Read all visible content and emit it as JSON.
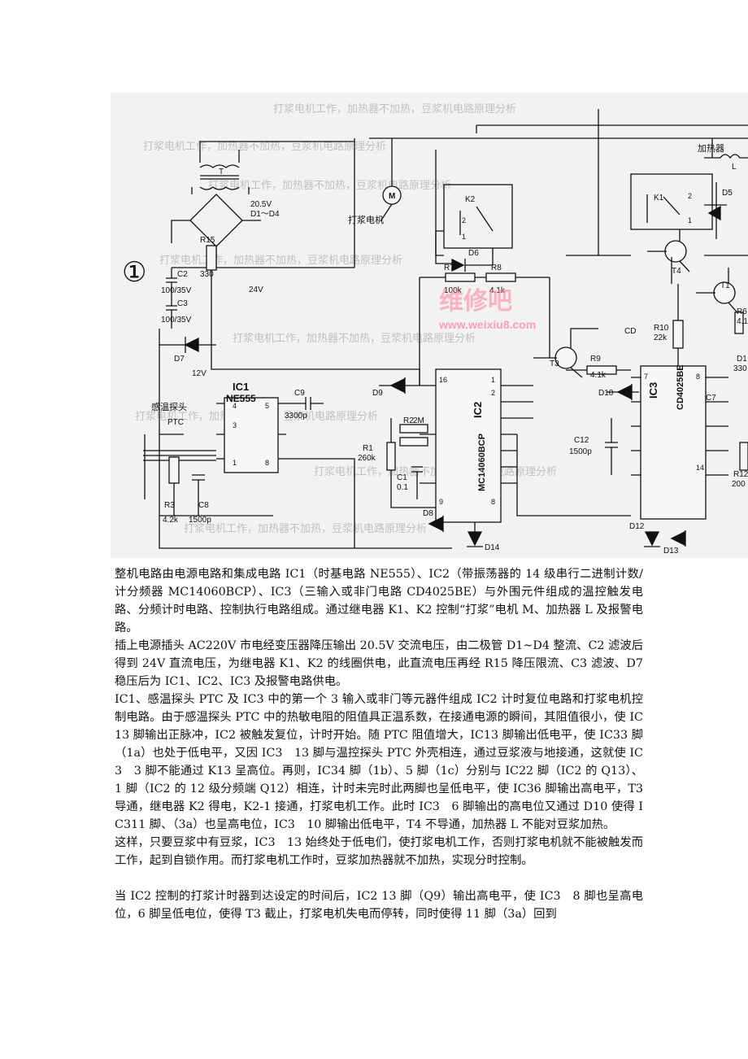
{
  "figure": {
    "badge": "①",
    "transformer": {
      "ref": "T",
      "volt": "20.5V",
      "diodes": "D1～D4"
    },
    "supply": {
      "v24": "24V",
      "v12": "12V"
    },
    "parts": {
      "c2": "C2",
      "c2v": "100/35V",
      "c3": "C3",
      "c3v": "100/35V",
      "r15": "R15",
      "r15v": "330",
      "d7": "D7",
      "ic1": "IC1",
      "ic1t": "NE555",
      "c9": "C9",
      "c9v": "3300p",
      "probe": "感温探头",
      "ptc": "PTC",
      "r3": "R3",
      "r3v": "4.2k",
      "c8": "C8",
      "c8v": "1500p",
      "motor": "打浆电机",
      "m": "M",
      "k2": "K2",
      "d6": "D6",
      "r7": "R7",
      "r7v": "100k",
      "r8": "R8",
      "r8v": "4.1k",
      "d9": "D9",
      "r2": "R2",
      "r2v": "2M",
      "r1": "R1",
      "r1v": "260k",
      "c1": "C1",
      "c1v": "0.1",
      "d8": "D8",
      "d14": "D14",
      "ic2": "IC2",
      "ic2t": "MC14060BCP",
      "t3": "T3",
      "r9": "R9",
      "r9v": "4.1k",
      "d10": "D10",
      "c12": "C12",
      "c12v": "1500p",
      "heater": "加热器",
      "l": "L",
      "k1": "K1",
      "d5": "D5",
      "t4": "T4",
      "r10": "R10",
      "r10v": "22k",
      "cd": "CD",
      "ic3": "IC3",
      "ic3t": "CD4025BE",
      "t1": "T1",
      "r6": "R6",
      "r6v": "4.1",
      "d1x": "D1",
      "v330": "330",
      "c7": "C7",
      "d12": "D12",
      "d13": "D13",
      "r12": "R12",
      "r12v": "200"
    },
    "pins": {
      "a4": "4",
      "a5": "5",
      "a3": "3",
      "a1": "1",
      "a8": "8",
      "k2p1": "1",
      "k2p2": "2",
      "k1p1": "1",
      "k1p2": "2",
      "b16": "16",
      "b9": "9",
      "b8": "8",
      "b1": "1",
      "b2": "2",
      "c7p": "7",
      "c8p": "8",
      "c14": "14"
    },
    "watermark": {
      "cn": "维修吧",
      "url": "www.weixiu8.com"
    },
    "bg_text": "打浆电机工作，加热器不加热，豆浆机电路原理分析"
  },
  "article": {
    "paragraphs": [
      "整机电路由电源电路和集成电路 IC1（时基电路 NE555）、IC2（带振荡器的 14 级串行二进制计数/计分频器 MC14060BCP）、IC3（三输入或非门电路 CD4025BE）与外围元件组成的温控触发电路、分频计时电路、控制执行电路组成。通过继电器 K1、K2 控制“打浆”电机 M、加热器 L 及报警电路。",
      "插上电源插头 AC220V 市电经变压器降压输出 20.5V 交流电压，由二极管 D1~D4 整流、C2 滤波后得到 24V 直流电压，为继电器 K1、K2 的线圈供电，此直流电压再经 R15 降压限流、C3 滤波、D7 稳压后为 IC1、IC2、IC3 及报警电路供电。",
      "IC1、感温探头 PTC 及 IC3 中的第一个 3 输入或非门等元器件组成 IC2 计时复位电路和打浆电机控制电路。由于感温探头 PTC 中的热敏电阻的阻值具正温系数，在接通电源的瞬间，其阻值很小，使 IC13 脚输出正脉冲，IC2 被触发复位，计时开始。随 PTC 阻值增大，IC13 脚输出低电平，使 IC33 脚（1a）也处于低电平，又因 IC3　13 脚与温控探头 PTC 外壳相连，通过豆浆液与地接通，这就使 IC3　3 脚不能通过 K13 呈高位。再则，IC34 脚（1b）、5 脚（1c）分别与 IC22 脚（IC2 的 Q13）、1 脚（IC2 的 12 级分频端 Q12）相连，计时未完时此两脚也呈低电平，使 IC36 脚输出高电平，T3 导通，继电器 K2 得电，K2-1 接通，打浆电机工作。此时 IC3　6 脚输出的高电位又通过 D10 使得 IC311 脚、（3a）也呈高电位，IC3　10 脚输出低电平，T4 不导通，加热器 L 不能对豆浆加热。",
      "这样，只要豆浆中有豆浆，IC3　13 始终处于低电们，使打浆电机工作，否则打浆电机就不能被触发而工作，起到自锁作用。而打浆电机工作时，豆浆加热器就不加热，实现分时控制。",
      "",
      "当 IC2 控制的打浆计时器到达设定的时间后，IC2 13 脚（Q9）输出高电平，使 IC3　8 脚也呈高电位，6 脚呈低电位，使得 T3 截止，打浆电机失电而停转，同时使得 11 脚（3a）回到"
    ]
  }
}
